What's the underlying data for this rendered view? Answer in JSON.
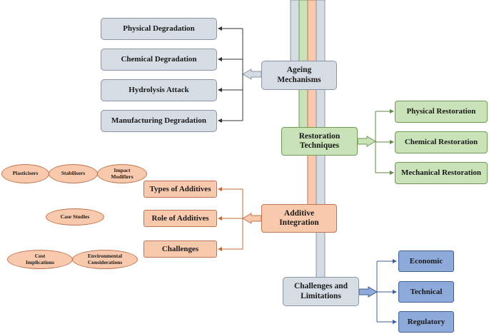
{
  "hubs": {
    "ageing": "Ageing\nMechanisms",
    "restoration": "Restoration\nTechniques",
    "additive": "Additive\nIntegration",
    "challenges": "Challenges and\nLimitations"
  },
  "ageing_items": [
    "Physical Degradation",
    "Chemical Degradation",
    "Hydrolysis Attack",
    "Manufacturing Degradation"
  ],
  "restoration_items": [
    "Physical Restoration",
    "Chemical Restoration",
    "Mechanical Restoration"
  ],
  "additive_items": [
    "Types of Additives",
    "Role of Additives",
    "Challenges"
  ],
  "additive_examples": [
    "Plasticisers",
    "Stabilisers",
    "Impact\nModifiers",
    "Case Studies",
    "Cost\nImplications",
    "Environmental\nConsiderations"
  ],
  "challenge_items": [
    "Economic",
    "Technical",
    "Regulatory"
  ],
  "colors": {
    "grey": "#d6dce4",
    "green": "#c9e2b7",
    "orange": "#f8c9ad",
    "blue": "#8eaadb",
    "line_orange": "#c56a3a",
    "line_green": "#5f8b46",
    "line_blue": "#3f5f95",
    "line_dark": "#333333"
  }
}
